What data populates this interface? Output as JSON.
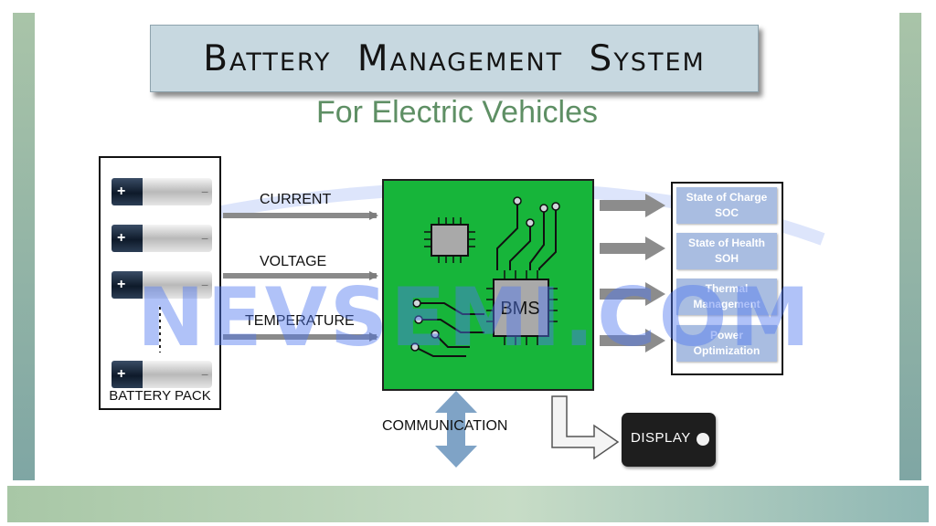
{
  "title": "Battery Management System",
  "subtitle": "For Electric Vehicles",
  "battery_pack": {
    "label": "BATTERY PACK",
    "plus_symbol": "+",
    "minus_symbol": "−"
  },
  "inputs": {
    "current": "CURRENT",
    "voltage": "VOLTAGE",
    "temperature": "TEMPERATURE"
  },
  "bms_label": "BMS",
  "outputs": [
    {
      "text": "State of Charge\nSOC"
    },
    {
      "text": "State of Health\nSOH"
    },
    {
      "text": "Thermal\nManagement"
    },
    {
      "text": "Power\nOptimization"
    }
  ],
  "communication_label": "COMMUNICATION",
  "display_label": "DISPLAY",
  "watermark": "NEVSEMI.COM",
  "colors": {
    "board": "#17b53a",
    "output_item": "#a9bde1",
    "title_box": "#c7d8e0",
    "subtitle": "#5e8f64",
    "arrow": "#8a8a8a",
    "comm_arrow": "#7fa3c6",
    "watermark": "#5078f0"
  }
}
